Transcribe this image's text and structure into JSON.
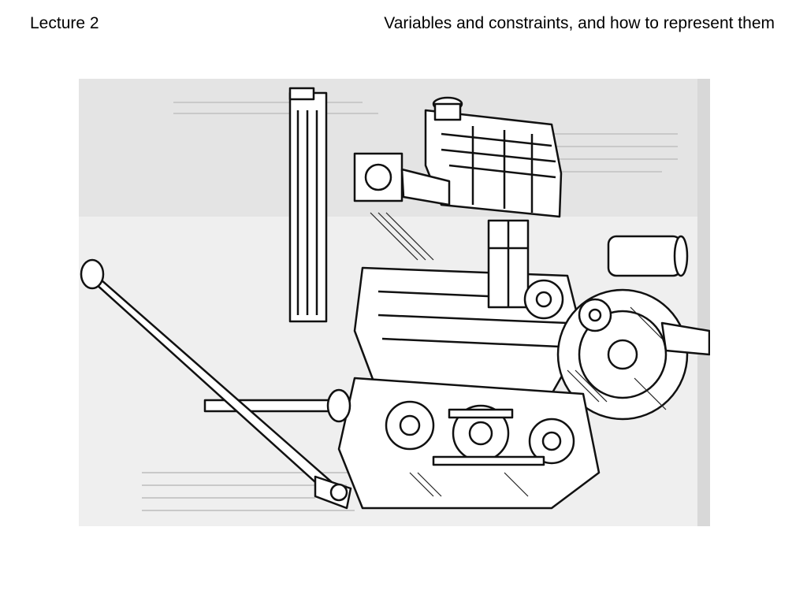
{
  "slide": {
    "lecture_label": "Lecture 2",
    "title": "Variables and constraints, and how to represent them"
  },
  "figure": {
    "subject": "engine-cutaway-illustration"
  }
}
